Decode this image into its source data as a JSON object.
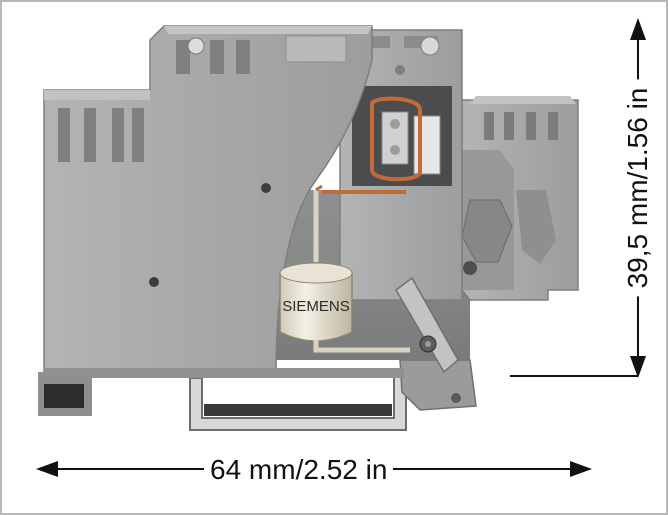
{
  "dimensions": {
    "width_label": "64 mm/2.52 in",
    "height_label": "39,5 mm/1.56 in"
  },
  "component": {
    "brand_marking": "SIEMENS",
    "body_color": "#a9aaab",
    "shadow_color": "#7f8082",
    "highlight_color": "#c2c3c4",
    "copper_color": "#c46a3a"
  }
}
